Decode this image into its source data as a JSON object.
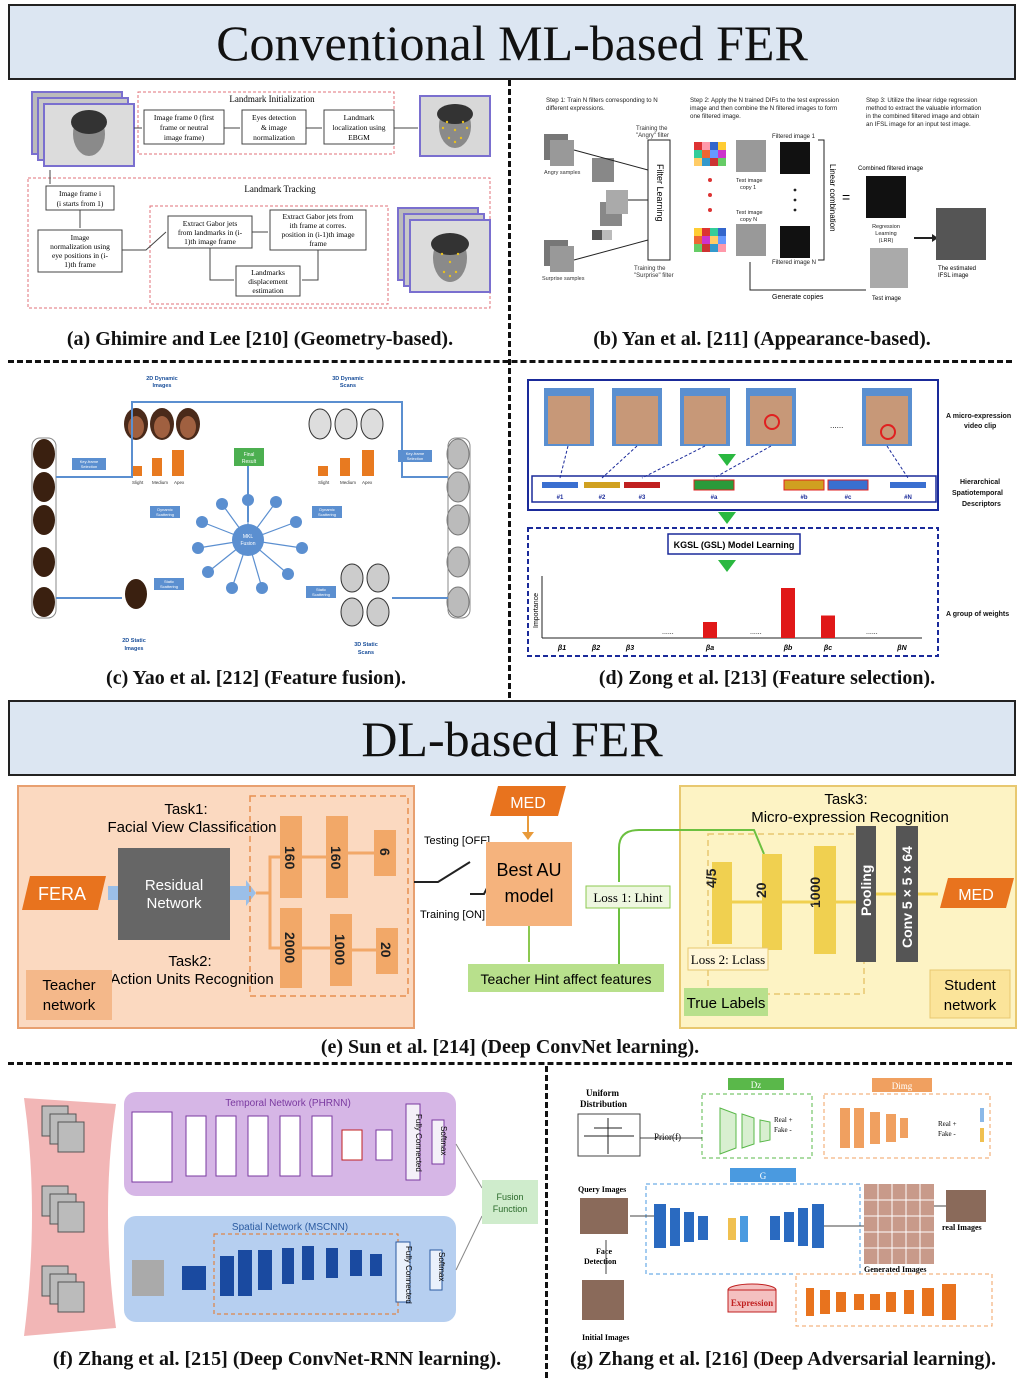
{
  "header_conventional": {
    "title": "Conventional ML-based FER"
  },
  "header_dl": {
    "title": "DL-based FER"
  },
  "panel_a": {
    "caption": "(a) Ghimire and  Lee [210] (Geometry-based).",
    "init_title": "Landmark Initialization",
    "init_box1": [
      "Image frame 0 (first",
      "frame or neutral",
      "image frame)"
    ],
    "init_box2": [
      "Eyes detection",
      "& image",
      "normalization"
    ],
    "init_box3": [
      "Landmark",
      "localization using",
      "EBGM"
    ],
    "track_title": "Landmark Tracking",
    "track_frame": [
      "Image frame i",
      "(i starts from 1)"
    ],
    "track_norm": [
      "Image",
      "normalization using",
      "eye positions in (i-",
      "1)th frame"
    ],
    "track_gabor1": [
      "Extract Gabor jets",
      "from landmarks in (i-",
      "1)th image frame"
    ],
    "track_gabor2": [
      "Extract Gabor jets from",
      "ith frame at corres.",
      "position in (i-1)th image",
      "frame"
    ],
    "track_disp": [
      "Landmarks",
      "displacement",
      "estimation"
    ]
  },
  "panel_b": {
    "caption": "(b) Yan et al. [211] (Appearance-based).",
    "step1": [
      "Step 1: Train N filters corresponding to N",
      "different expressions."
    ],
    "step2": [
      "Step 2: Apply the N trained DIFs to the test expression",
      "image and then combine the N filtered images to form",
      "one filtered image."
    ],
    "step3": [
      "Step 3: Utilize the linear ridge regression",
      "method to extract the valuable information",
      "in the combined filtered image and obtain",
      "an IFSL image for an input test image."
    ],
    "filter_learning": "Filter Learning",
    "linear_combination": "Linear combination",
    "angry_filter": [
      "Training the",
      "\"Angry\" filter"
    ],
    "surprise_filter": [
      "Training the",
      "\"Surprise\" filter"
    ],
    "angry_samples": "Angry samples",
    "surprise_samples": "Surprise samples",
    "filtered_image_1": "Filtered image 1",
    "filtered_image_n": "Filtered image N",
    "test_copy_1": [
      "Test image",
      "copy 1"
    ],
    "test_copy_n": [
      "Test image",
      "copy N"
    ],
    "combined": "Combined filtered image",
    "regression": [
      "Regression",
      "Learning",
      "(LRR)"
    ],
    "estimated": [
      "The estimated",
      "IFSL image"
    ],
    "generate": "Generate copies",
    "test_image": "Test image"
  },
  "panel_c": {
    "caption": "(c) Yao et al. [212] (Feature fusion).",
    "dyn_images": [
      "2D Dynamic",
      "Images"
    ],
    "dyn_scans": [
      "3D Dynamic",
      "Scans"
    ],
    "static_images": [
      "2D Static",
      "Images"
    ],
    "static_scans": [
      "3D Static",
      "Scans"
    ],
    "final_result": [
      "Final",
      "Result"
    ],
    "mkl_fusion": [
      "MKL",
      "Fusion"
    ],
    "key_frame_1": [
      "Key-frame",
      "Selection"
    ],
    "key_frame_2": [
      "Key-frame",
      "Selection"
    ],
    "dynamic_scattering": [
      "Dynamic",
      "Scattering"
    ],
    "static_scattering": [
      "Static",
      "Scattering"
    ],
    "bar_labels": [
      "Slight",
      "Medium",
      "Apex"
    ]
  },
  "panel_d": {
    "caption": "(d) Zong et al. [213] (Feature selection).",
    "clip_label": [
      "A micro-expression",
      "video clip"
    ],
    "desc_label": [
      "Hierarchical",
      "Spatiotemporal",
      "Descriptors"
    ],
    "weights_label": "A group of weights",
    "kgsl": "KGSL (GSL) Model Learning",
    "ylabel": "Importance",
    "blocks": [
      "#1",
      "#2",
      "#3",
      "#a",
      "#b",
      "#c",
      "#N"
    ],
    "betas": [
      "β1",
      "β2",
      "β3",
      "βa",
      "βb",
      "βc",
      "βN"
    ],
    "dots": "......"
  },
  "panel_e": {
    "caption": "(e) Sun et al. [214] (Deep ConvNet learning).",
    "task1": [
      "Task1:",
      "Facial View Classification"
    ],
    "task2": [
      "Task2:",
      "Action Units Recognition"
    ],
    "task3": [
      "Task3:",
      "Micro-expression Recognition"
    ],
    "fera": "FERA",
    "residual": [
      "Residual",
      "Network"
    ],
    "teacher": [
      "Teacher",
      "network"
    ],
    "student": [
      "Student",
      "network"
    ],
    "med_top": "MED",
    "med_right": "MED",
    "best_au": [
      "Best AU",
      "model"
    ],
    "testing": "Testing [OFF]",
    "training": "Training [ON]",
    "loss1": "Loss 1: Lhint",
    "loss2": "Loss 2: Lclass",
    "teacher_hint": "Teacher Hint affect features",
    "true_labels": "True Labels",
    "pooling": "Pooling",
    "conv": "Conv 5 × 5 × 64",
    "teacher_units": [
      "160",
      "160",
      "6",
      "2000",
      "1000",
      "20"
    ],
    "student_units": [
      "4/5",
      "20",
      "1000"
    ]
  },
  "panel_f": {
    "caption": "(f) Zhang et al. [215] (Deep ConvNet-RNN learning).",
    "temporal": "Temporal Network (PHRNN)",
    "spatial": "Spatial Network (MSCNN)",
    "fusion": [
      "Fusion",
      "Function"
    ],
    "softmax": "Softmax",
    "fully_connected": "Fully Connected"
  },
  "panel_g": {
    "caption": "(g) Zhang et al. [216] (Deep Adversarial learning).",
    "uniform": [
      "Uniform",
      "Distribution"
    ],
    "prior": "Prior(f)",
    "query": "Query Images",
    "face_detection": [
      "Face",
      "Detection"
    ],
    "initial": "Initial Images",
    "expression": "Expression",
    "generated": "Generated Images",
    "real_images": "real Images",
    "dz": "Dz",
    "dimg": "Dimg",
    "g": "G",
    "real_fake": [
      "Real +",
      "Fake -"
    ],
    "real_fake_2": [
      "Real +",
      "Fake -"
    ]
  }
}
